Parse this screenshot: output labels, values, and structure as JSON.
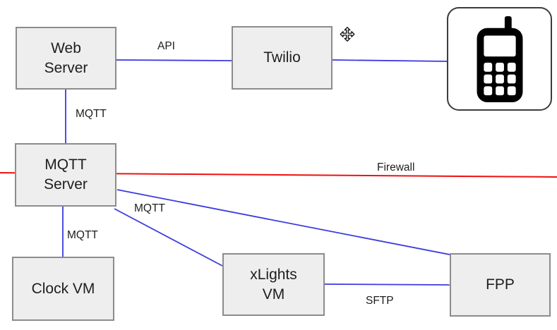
{
  "colors": {
    "edge_blue": "#3a3ae0",
    "firewall_red": "#ee1111",
    "node_fill": "#eeeeee",
    "node_border": "#8c8c8c"
  },
  "nodes": {
    "web_server": "Web\nServer",
    "twilio": "Twilio",
    "mqtt_server": "MQTT\nServer",
    "clock_vm": "Clock VM",
    "xlights_vm": "xLights\nVM",
    "fpp": "FPP"
  },
  "edge_labels": {
    "api": "API",
    "web_to_mqtt": "MQTT",
    "firewall": "Firewall",
    "mqtt_to_xlights": "MQTT",
    "mqtt_to_clock": "MQTT",
    "sftp": "SFTP"
  },
  "icons": {
    "phone": "mobile-phone-icon",
    "cursor": "move-cursor-icon"
  }
}
